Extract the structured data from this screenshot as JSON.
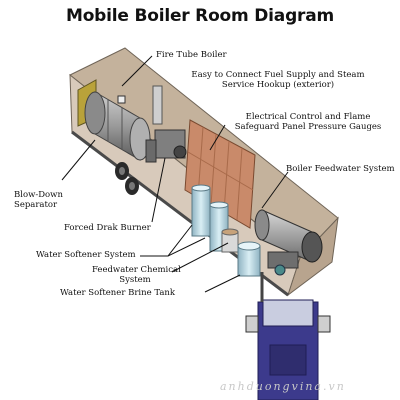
{
  "title": "Mobile Boiler Room Diagram",
  "labels": {
    "fire_tube_boiler": "Fire Tube Boiler",
    "fuel_hookup": [
      "Easy to Connect Fuel Supply and Steam",
      "Service Hookup (exterior)"
    ],
    "control_panel": [
      "Electrical Control and Flame",
      "Safeguard Panel Pressure Gauges"
    ],
    "feedwater_system": "Boiler Feedwater System",
    "blow_down": [
      "Blow-Down",
      "Separator"
    ],
    "burner": "Forced Drak Burner",
    "softener_system": "Water Softener System",
    "chemical_system": [
      "Feedwater Chemical",
      "System"
    ],
    "brine_tank": "Water Softener Brine Tank"
  },
  "watermark": "anhduongvina.vn",
  "colors": {
    "trailer_body": "#c9b8a4",
    "trailer_floor": "#d8cabb",
    "boiler_gray": "#9a9a9a",
    "panel_red": "#c98a6a",
    "truck_blue": "#3c3a8c",
    "label_text": "#111111"
  }
}
